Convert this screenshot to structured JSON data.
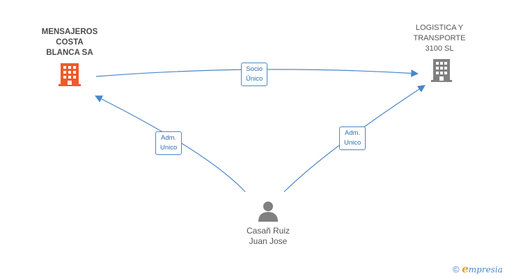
{
  "nodes": {
    "company_a": {
      "lines": [
        "MENSAJEROS",
        "COSTA",
        "BLANCA SA"
      ],
      "icon": "building-icon",
      "color": "#f0592b"
    },
    "company_b": {
      "lines": [
        "LOGISTICA Y",
        "TRANSPORTE",
        "3100  SL"
      ],
      "icon": "building-icon",
      "color": "#808080"
    },
    "person": {
      "lines": [
        "Casañ Ruiz",
        "Juan Jose"
      ],
      "icon": "person-icon",
      "color": "#808080"
    }
  },
  "edges": [
    {
      "id": "socio",
      "from": "company_a",
      "to": "company_b",
      "label": [
        "Socio",
        "Único"
      ]
    },
    {
      "id": "adm_a",
      "from": "person",
      "to": "company_a",
      "label": [
        "Adm.",
        "Unico"
      ]
    },
    {
      "id": "adm_b",
      "from": "person",
      "to": "company_b",
      "label": [
        "Adm.",
        "Unico"
      ]
    }
  ],
  "footer": {
    "copyright": "©",
    "brand_initial": "e",
    "brand_rest": "mpresia"
  },
  "colors": {
    "edge": "#4a86c8"
  }
}
